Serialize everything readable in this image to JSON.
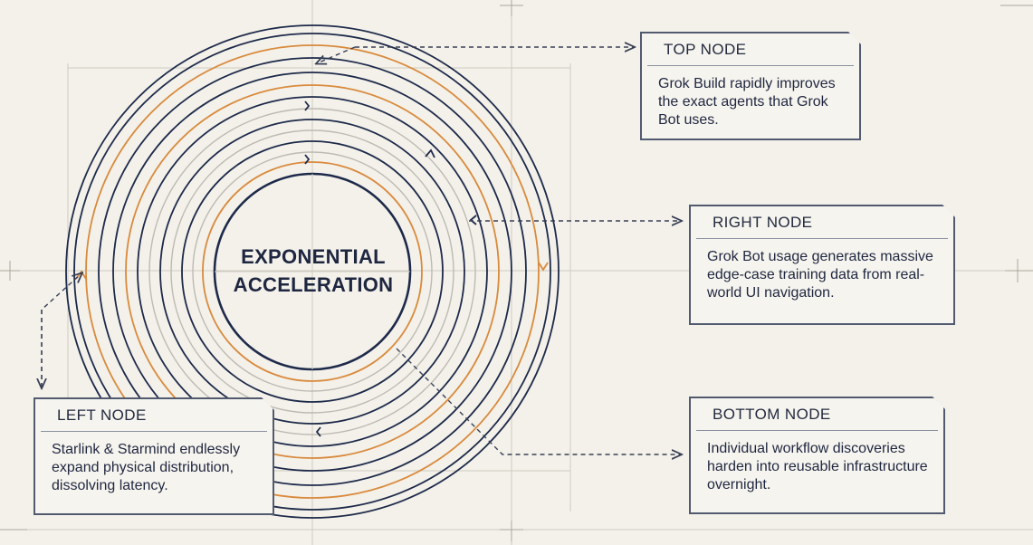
{
  "center": {
    "line1": "EXPONENTIAL",
    "line2": "ACCELERATION"
  },
  "nodes": {
    "top": {
      "title": "TOP NODE",
      "text": "Grok Build rapidly improves the exact agents that Grok Bot uses."
    },
    "right": {
      "title": "RIGHT NODE",
      "text": "Grok Bot usage generates massive edge-case training data from real-world UI navigation."
    },
    "bottom": {
      "title": "BOTTOM NODE",
      "text": "Individual workflow discoveries harden into reusable infrastructure overnight."
    },
    "left": {
      "title": "LEFT NODE",
      "text": "Starlink & Starmind endlessly expand physical distribution, dissolving latency."
    }
  },
  "colors": {
    "navy": "#1e2a4a",
    "orange": "#d98a3d",
    "grid": "#c9c6bc",
    "background": "#f3f1ea"
  }
}
